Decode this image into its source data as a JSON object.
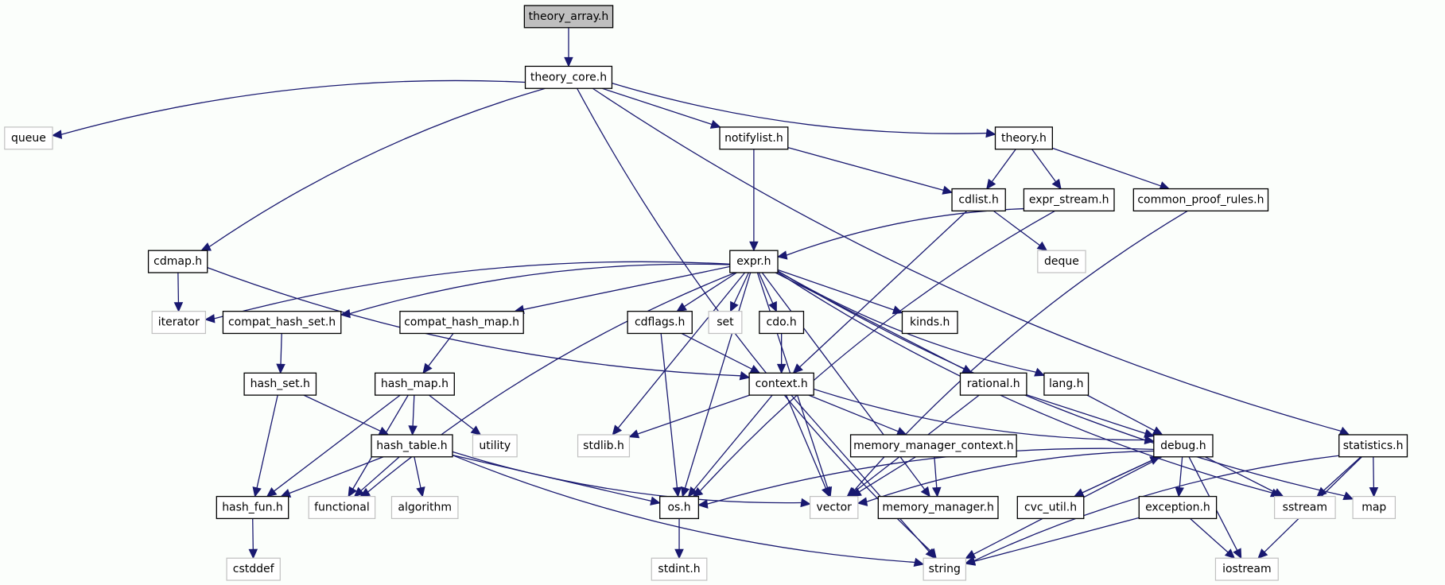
{
  "diagram": {
    "title": "theory_array.h include dependency graph",
    "colors": {
      "edge": "#191970",
      "root_fill": "#bfbfbf",
      "node_border": "#000000",
      "external_border": "#c0c0c0",
      "background": "#fbfefb"
    },
    "nodes": [
      {
        "id": "theory_array",
        "label": "theory_array.h",
        "kind": "root"
      },
      {
        "id": "theory_core",
        "label": "theory_core.h",
        "kind": "file"
      },
      {
        "id": "queue",
        "label": "queue",
        "kind": "ext"
      },
      {
        "id": "notifylist",
        "label": "notifylist.h",
        "kind": "file"
      },
      {
        "id": "theory",
        "label": "theory.h",
        "kind": "file"
      },
      {
        "id": "cdlist",
        "label": "cdlist.h",
        "kind": "file"
      },
      {
        "id": "expr_stream",
        "label": "expr_stream.h",
        "kind": "file"
      },
      {
        "id": "common_proof_rules",
        "label": "common_proof_rules.h",
        "kind": "file"
      },
      {
        "id": "cdmap",
        "label": "cdmap.h",
        "kind": "file"
      },
      {
        "id": "expr",
        "label": "expr.h",
        "kind": "file"
      },
      {
        "id": "deque",
        "label": "deque",
        "kind": "ext"
      },
      {
        "id": "iterator",
        "label": "iterator",
        "kind": "ext"
      },
      {
        "id": "compat_hash_set",
        "label": "compat_hash_set.h",
        "kind": "file"
      },
      {
        "id": "compat_hash_map",
        "label": "compat_hash_map.h",
        "kind": "file"
      },
      {
        "id": "cdflags",
        "label": "cdflags.h",
        "kind": "file"
      },
      {
        "id": "set",
        "label": "set",
        "kind": "ext"
      },
      {
        "id": "cdo",
        "label": "cdo.h",
        "kind": "file"
      },
      {
        "id": "kinds",
        "label": "kinds.h",
        "kind": "file"
      },
      {
        "id": "hash_set",
        "label": "hash_set.h",
        "kind": "file"
      },
      {
        "id": "hash_map",
        "label": "hash_map.h",
        "kind": "file"
      },
      {
        "id": "context",
        "label": "context.h",
        "kind": "file"
      },
      {
        "id": "rational",
        "label": "rational.h",
        "kind": "file"
      },
      {
        "id": "lang",
        "label": "lang.h",
        "kind": "file"
      },
      {
        "id": "hash_table",
        "label": "hash_table.h",
        "kind": "file"
      },
      {
        "id": "utility",
        "label": "utility",
        "kind": "ext"
      },
      {
        "id": "stdlib",
        "label": "stdlib.h",
        "kind": "ext"
      },
      {
        "id": "memory_manager_context",
        "label": "memory_manager_context.h",
        "kind": "file"
      },
      {
        "id": "debug",
        "label": "debug.h",
        "kind": "file"
      },
      {
        "id": "statistics",
        "label": "statistics.h",
        "kind": "file"
      },
      {
        "id": "hash_fun",
        "label": "hash_fun.h",
        "kind": "file"
      },
      {
        "id": "functional",
        "label": "functional",
        "kind": "ext"
      },
      {
        "id": "algorithm",
        "label": "algorithm",
        "kind": "ext"
      },
      {
        "id": "os",
        "label": "os.h",
        "kind": "file"
      },
      {
        "id": "vector",
        "label": "vector",
        "kind": "ext"
      },
      {
        "id": "memory_manager",
        "label": "memory_manager.h",
        "kind": "file"
      },
      {
        "id": "cvc_util",
        "label": "cvc_util.h",
        "kind": "file"
      },
      {
        "id": "exception",
        "label": "exception.h",
        "kind": "file"
      },
      {
        "id": "sstream",
        "label": "sstream",
        "kind": "ext"
      },
      {
        "id": "map",
        "label": "map",
        "kind": "ext"
      },
      {
        "id": "cstddef",
        "label": "cstddef",
        "kind": "ext"
      },
      {
        "id": "stdint",
        "label": "stdint.h",
        "kind": "ext"
      },
      {
        "id": "string",
        "label": "string",
        "kind": "ext"
      },
      {
        "id": "iostream",
        "label": "iostream",
        "kind": "ext"
      }
    ],
    "edges": [
      [
        "theory_array",
        "theory_core"
      ],
      [
        "theory_core",
        "queue"
      ],
      [
        "theory_core",
        "string"
      ],
      [
        "theory_core",
        "cdmap"
      ],
      [
        "theory_core",
        "notifylist"
      ],
      [
        "theory_core",
        "theory"
      ],
      [
        "theory_core",
        "statistics"
      ],
      [
        "notifylist",
        "expr"
      ],
      [
        "notifylist",
        "cdlist"
      ],
      [
        "theory",
        "cdlist"
      ],
      [
        "theory",
        "expr_stream"
      ],
      [
        "theory",
        "common_proof_rules"
      ],
      [
        "cdlist",
        "context"
      ],
      [
        "cdlist",
        "deque"
      ],
      [
        "expr_stream",
        "expr"
      ],
      [
        "expr_stream",
        "os"
      ],
      [
        "common_proof_rules",
        "vector"
      ],
      [
        "cdmap",
        "iterator"
      ],
      [
        "cdmap",
        "context"
      ],
      [
        "expr",
        "iterator"
      ],
      [
        "expr",
        "compat_hash_set"
      ],
      [
        "expr",
        "compat_hash_map"
      ],
      [
        "expr",
        "functional"
      ],
      [
        "expr",
        "os"
      ],
      [
        "expr",
        "stdlib"
      ],
      [
        "expr",
        "cdflags"
      ],
      [
        "expr",
        "set"
      ],
      [
        "expr",
        "cdo"
      ],
      [
        "expr",
        "kinds"
      ],
      [
        "expr",
        "rational"
      ],
      [
        "expr",
        "lang"
      ],
      [
        "expr",
        "vector"
      ],
      [
        "expr",
        "memory_manager"
      ],
      [
        "expr",
        "sstream"
      ],
      [
        "expr",
        "map"
      ],
      [
        "compat_hash_set",
        "hash_set"
      ],
      [
        "compat_hash_map",
        "hash_map"
      ],
      [
        "cdflags",
        "context"
      ],
      [
        "cdflags",
        "os"
      ],
      [
        "cdo",
        "context"
      ],
      [
        "hash_set",
        "hash_fun"
      ],
      [
        "hash_set",
        "hash_table"
      ],
      [
        "hash_map",
        "hash_table"
      ],
      [
        "hash_map",
        "utility"
      ],
      [
        "hash_map",
        "hash_fun"
      ],
      [
        "hash_map",
        "functional"
      ],
      [
        "context",
        "stdlib"
      ],
      [
        "context",
        "os"
      ],
      [
        "context",
        "string"
      ],
      [
        "context",
        "vector"
      ],
      [
        "context",
        "memory_manager_context"
      ],
      [
        "context",
        "debug"
      ],
      [
        "rational",
        "debug"
      ],
      [
        "rational",
        "vector"
      ],
      [
        "lang",
        "debug"
      ],
      [
        "hash_table",
        "hash_fun"
      ],
      [
        "hash_table",
        "functional"
      ],
      [
        "hash_table",
        "algorithm"
      ],
      [
        "hash_table",
        "os"
      ],
      [
        "hash_table",
        "vector"
      ],
      [
        "hash_table",
        "string"
      ],
      [
        "memory_manager_context",
        "vector"
      ],
      [
        "memory_manager_context",
        "memory_manager"
      ],
      [
        "debug",
        "os"
      ],
      [
        "debug",
        "vector"
      ],
      [
        "debug",
        "cvc_util"
      ],
      [
        "debug",
        "exception"
      ],
      [
        "debug",
        "string"
      ],
      [
        "debug",
        "sstream"
      ],
      [
        "debug",
        "iostream"
      ],
      [
        "cvc_util",
        "debug"
      ],
      [
        "exception",
        "string"
      ],
      [
        "exception",
        "iostream"
      ],
      [
        "statistics",
        "sstream"
      ],
      [
        "statistics",
        "map"
      ],
      [
        "statistics",
        "string"
      ],
      [
        "statistics",
        "iostream"
      ],
      [
        "hash_fun",
        "cstddef"
      ],
      [
        "os",
        "stdint"
      ]
    ]
  }
}
